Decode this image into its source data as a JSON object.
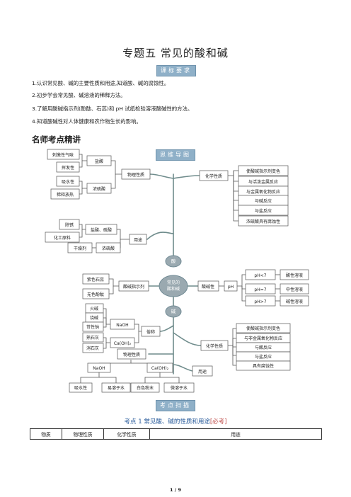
{
  "title": "专题五   常见的酸和碱",
  "tags": {
    "curriculum": "课标要求",
    "mindmap": "思维导图",
    "scan": "考点扫描"
  },
  "goals": [
    "1.认识常见酸、碱的主要性质和用途,知道酸、碱的腐蚀性。",
    "2.初步学会常见酸、碱溶液的稀释方法。",
    "3.了解用酸碱指示剂(酚酞、石蕊)和 pH 试纸检验溶液酸碱性的方法。",
    "4.知道酸碱性对人体健康和农作物生长的影响。"
  ],
  "section_heading": "名师考点精讲",
  "mindmap": {
    "center": [
      "常见的",
      "酸和碱"
    ],
    "acid": "酸",
    "base": "碱",
    "acid_physical": "物理性质",
    "acid_chemical": "化学性质",
    "acid_use": "用途",
    "hcl": "盐酸",
    "h2so4": "浓硫酸",
    "hcl_props": [
      "刺激性气味",
      "挥发性"
    ],
    "h2so4_props": [
      "吸水性",
      "稀释放热"
    ],
    "acid_uses": [
      "除锈",
      "化工原料"
    ],
    "acid_use_sources": [
      "盐酸、硫酸",
      "浓硫酸"
    ],
    "acid_use_dryer": "干燥剂",
    "acid_chem_items": [
      "使酸碱指示剂变色",
      "与活泼金属反应",
      "与金属氧化物反应",
      "与碱反应",
      "与盐反应",
      "浓硫酸具有腐蚀性"
    ],
    "indicator": "酸碱指示剂",
    "indicator_items": [
      "紫色石蕊",
      "无色酚酞"
    ],
    "acidity": "酸碱性",
    "ph": "pH",
    "ph_items": [
      {
        "cond": "pH<7",
        "result": "酸性溶液"
      },
      {
        "cond": "pH=7",
        "result": "中性溶液"
      },
      {
        "cond": "pH>7",
        "result": "碱性溶液"
      }
    ],
    "naoh": "NaOH",
    "caoh2": "Ca(OH)₂",
    "naoh_names": [
      "火碱",
      "烧碱",
      "苛性钠"
    ],
    "caoh2_names": [
      "熟石灰",
      "消石灰"
    ],
    "common_name": "俗称",
    "base_physical": "物理性质",
    "base_chemical": "化学性质",
    "base_use": "用途",
    "base_chem_items": [
      "使酸碱指示剂变色",
      "与非金属氧化物反应",
      "与酸反应",
      "与盐反应",
      "具有腐蚀性"
    ],
    "naoh_props": [
      "吸水性",
      "易溶于水"
    ],
    "caoh2_props": [
      "白色粉末",
      "微溶于水"
    ]
  },
  "subheading": {
    "main": "考点 1    常见酸、碱的性质和用途",
    "req": "[必考]"
  },
  "table_headers": [
    "物质",
    "物理性质",
    "化学性质",
    "用途"
  ],
  "footer": "1 / 9",
  "colors": {
    "branch": "#6f8c8c",
    "box": "#555555",
    "tag": "#8fb0c8"
  }
}
